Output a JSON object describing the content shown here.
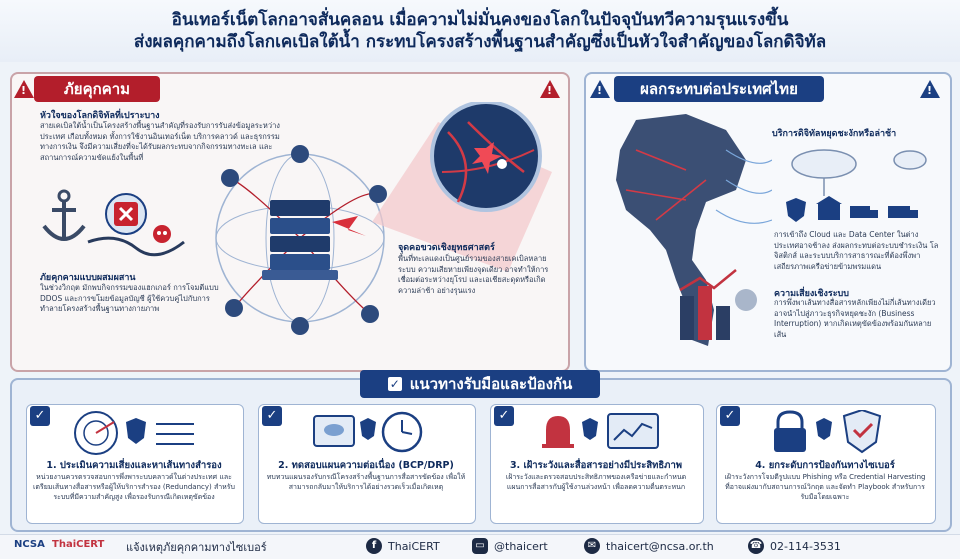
{
  "title": {
    "line1": "อินเทอร์เน็ตโลกอาจสั่นคลอน เมื่อความไม่มั่นคงของโลกในปัจจุบันทวีความรุนแรงขึ้น",
    "line2": "ส่งผลคุกคามถึงโลกเคเบิลใต้น้ำ กระทบโครงสร้างพื้นฐานสำคัญซึ่งเป็นหัวใจสำคัญของโลกดิจิทัล"
  },
  "threat": {
    "header": "ภัยคุกคาม",
    "sub1": "หัวใจของโลกดิจิทัลที่เปราะบาง",
    "text1": "สายเคเบิลใต้น้ำเป็นโครงสร้างพื้นฐานสำคัญที่รองรับการรับส่งข้อมูลระหว่างประเทศ เกือบทั้งหมด ทั้งการใช้งานอินเทอร์เน็ต บริการคลาวด์ และธุรกรรมทางการเงิน จึงมีความเสี่ยงที่จะได้รับผลกระทบจากกิจกรรมทางทะเล และสถานการณ์ความขัดแย้งในพื้นที่",
    "sub2": "ภัยคุกคามแบบผสมผสาน",
    "text2": "ในช่วงวิกฤต มักพบกิจกรรมของแฮกเกอร์ การโจมตีแบบ DDOS และการขโมยข้อมูลบัญชี ผู้ใช้ควบคู่ไปกับการทำลายโครงสร้างพื้นฐานทางกายภาพ",
    "sub3": "จุดคอขวดเชิงยุทธศาสตร์",
    "text3": "พื้นที่ทะเลแดงเป็นศูนย์รวมของสายเคเบิลหลายระบบ ความเสียหายเพียงจุดเดียว อาจทำให้การเชื่อมต่อระหว่างยุโรป และเอเชียสะดุดหรือเกิดความล่าช้า อย่างรุนแรง"
  },
  "impact": {
    "header": "ผลกระทบต่อประเทศไทย",
    "sub1": "บริการดิจิทัลหยุดชะงักหรือล่าช้า",
    "text1": "การเข้าถึง Cloud และ Data Center ในต่างประเทศอาจช้าลง ส่งผลกระทบต่อระบบชำระเงิน โลจิสติกส์ และระบบบริการสาธารณะที่ต้องพึ่งพาเสถียรภาพเครือข่ายข้ามพรมแดน",
    "sub2": "ความเสี่ยงเชิงระบบ",
    "text2": "การพึ่งพาเส้นทางสื่อสารหลักเพียงไม่กี่เส้นทางเดียว อาจนำไปสู่ภาวะธุรกิจหยุดชะงัก (Business Interruption) หากเกิดเหตุขัดข้องพร้อมกันหลายเส้น"
  },
  "prevention": {
    "header": "แนวทางรับมือและป้องกัน",
    "cards": [
      {
        "title": "1. ประเมินความเสี่ยงและหาเส้นทางสำรอง",
        "text": "หน่วยงานควรตรวจสอบการพึ่งพาระบบคลาวด์ในต่างประเทศ และเตรียมเส้นทางสื่อสารหรือผู้ให้บริการสำรอง (Redundancy) สำหรับระบบที่มีความสำคัญสูง เพื่อรองรับกรณีเกิดเหตุขัดข้อง"
      },
      {
        "title": "2. ทดสอบแผนความต่อเนื่อง (BCP/DRP)",
        "text": "ทบทวนแผนรองรับกรณีโครงสร้างพื้นฐานการสื่อสารขัดข้อง เพื่อให้สามารถกลับมาให้บริการได้อย่างรวดเร็วเมื่อเกิดเหตุ"
      },
      {
        "title": "3. เฝ้าระวังและสื่อสารอย่างมีประสิทธิภาพ",
        "text": "เฝ้าระวังและตรวจสอบประสิทธิภาพของเครือข่ายและกำหนดแผนการสื่อสารกับผู้ใช้งานล่วงหน้า เพื่อลดความตื่นตระหนก"
      },
      {
        "title": "4. ยกระดับการป้องกันทางไซเบอร์",
        "text": "เฝ้าระวังการโจมตีรูปแบบ Phishing หรือ Credential Harvesting ที่อาจแฝงมากับสถานการณ์วิกฤต และจัดทำ Playbook สำหรับการรับมือโดยเฉพาะ"
      }
    ]
  },
  "footer": {
    "logo1": "NCSA",
    "logo2": "ThaiCERT",
    "report": "แจ้งเหตุภัยคุกคามทางไซเบอร์",
    "facebook": "ThaiCERT",
    "line": "@thaicert",
    "email": "thaicert@ncsa.or.th",
    "phone": "02-114-3531"
  },
  "colors": {
    "threat_red": "#b31e2b",
    "navy": "#1b3f82"
  }
}
